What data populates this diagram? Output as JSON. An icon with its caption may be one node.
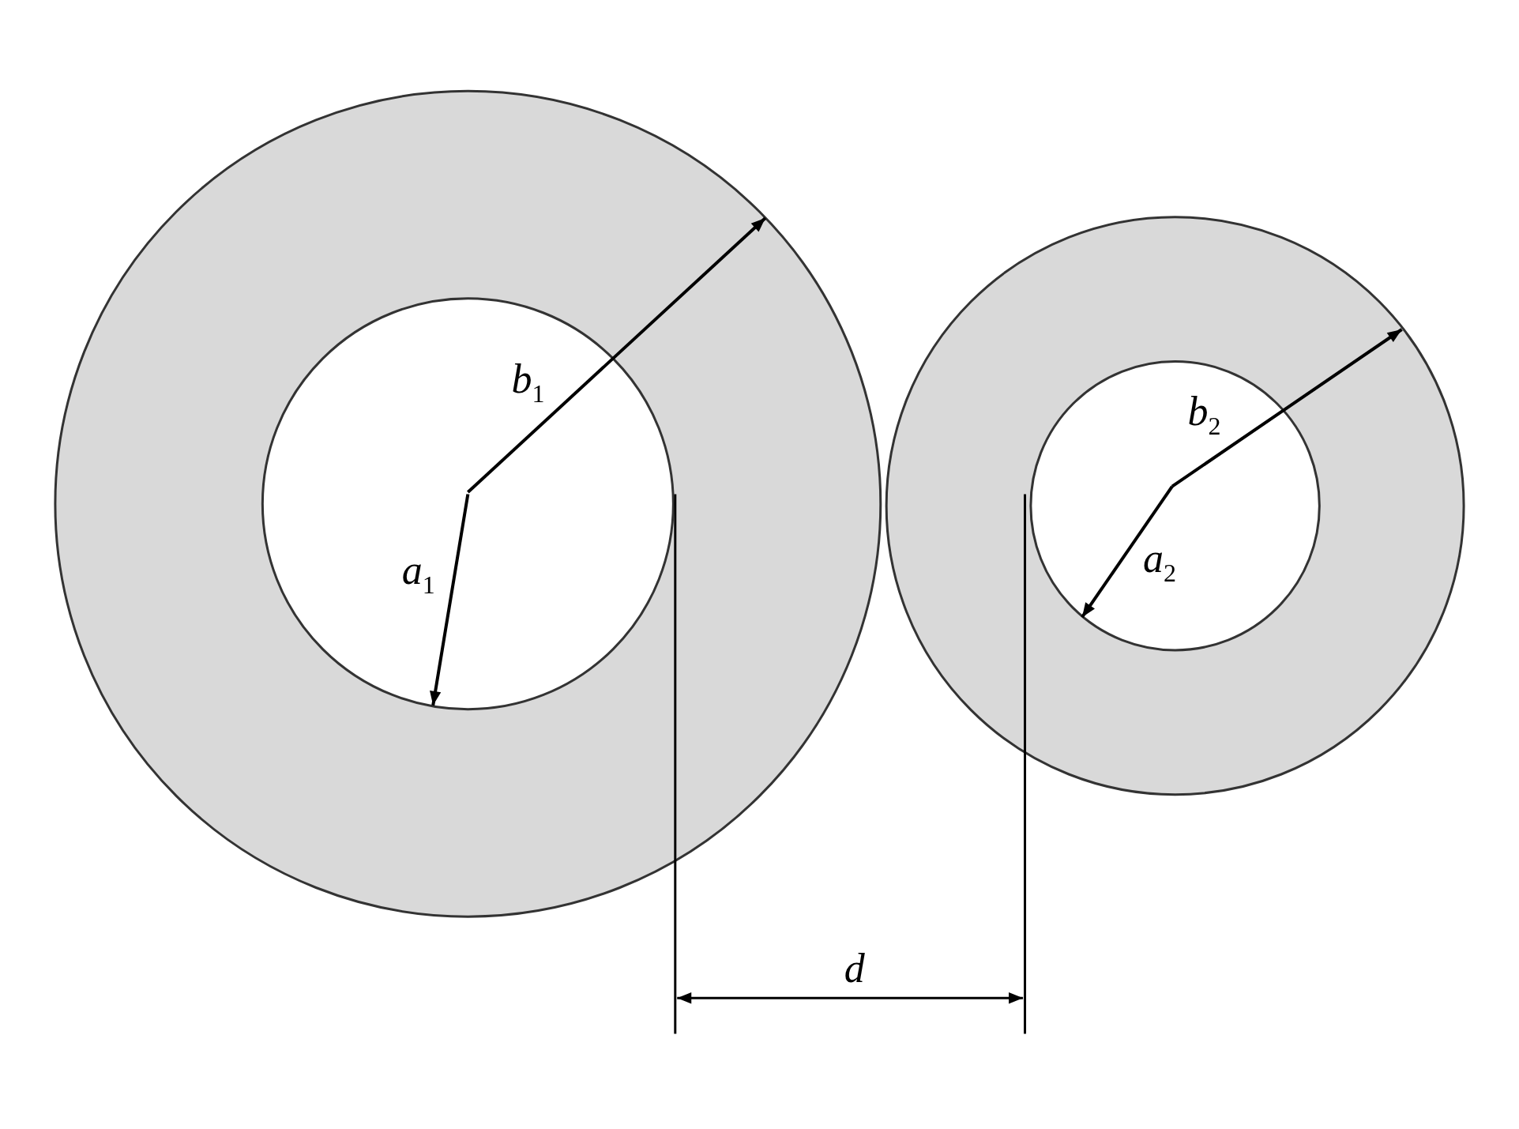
{
  "diagram": {
    "labels": [
      "*b*$_{1}$",
      "*a*$_{1}$",
      "*b*$_{2}$",
      "*a*$_{2}$",
      "*d*"
    ]
  }
}
